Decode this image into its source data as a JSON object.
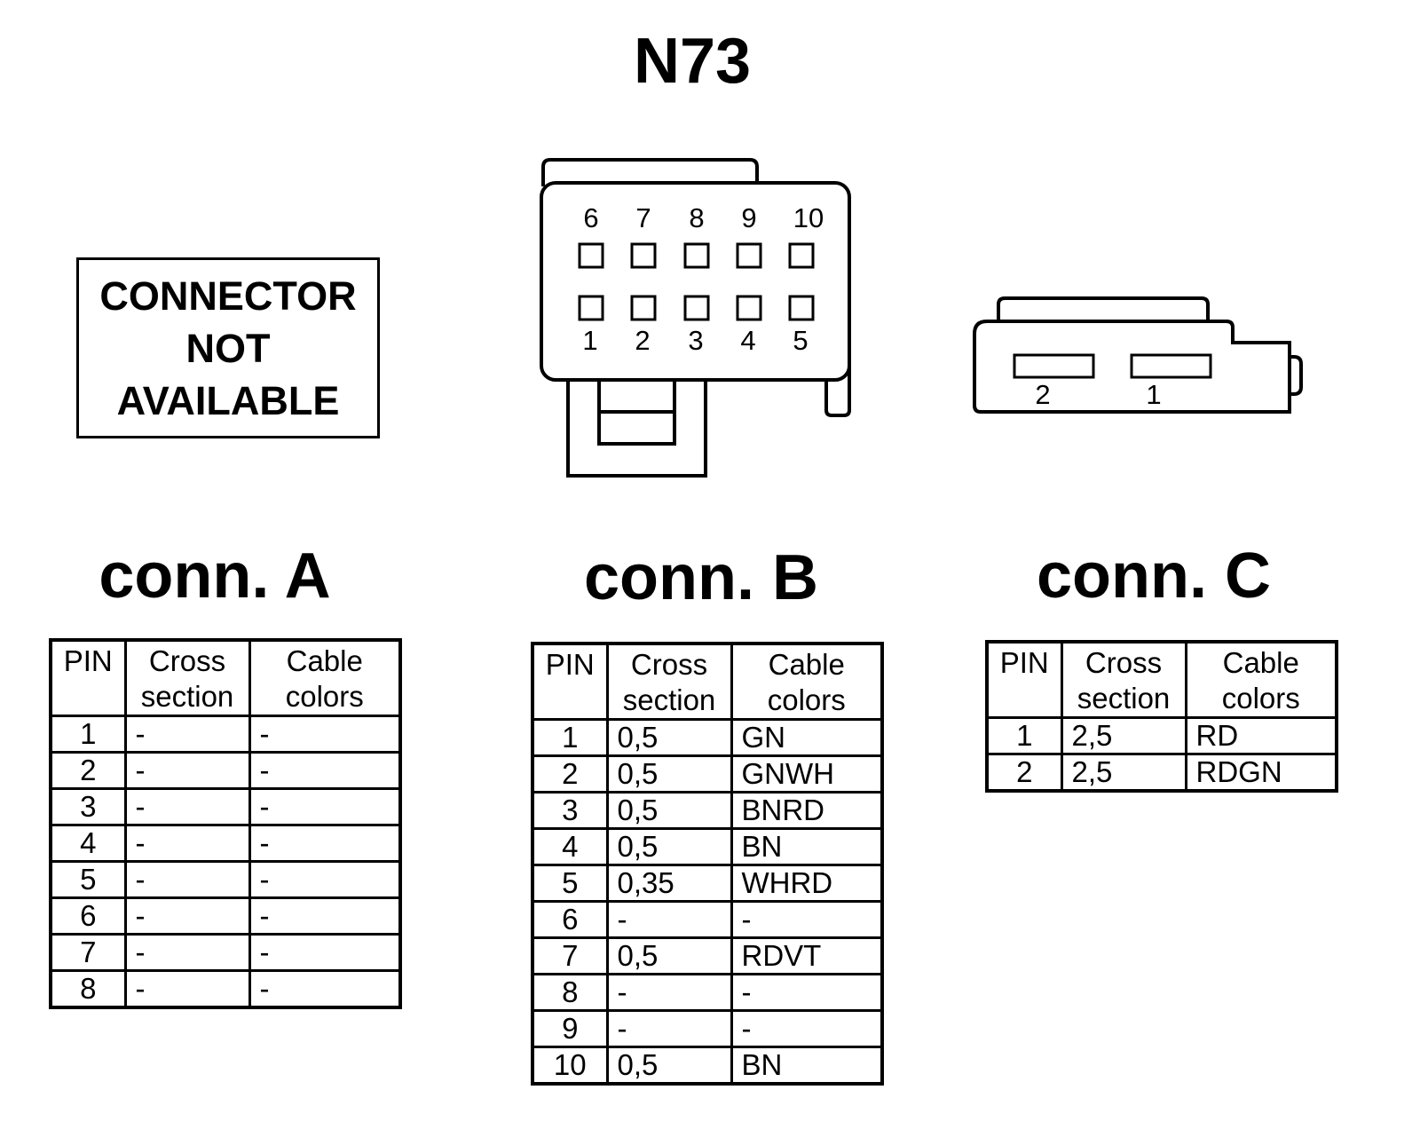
{
  "title": "N73",
  "connector_not_available": [
    "CONNECTOR",
    "NOT",
    "AVAILABLE"
  ],
  "connector_b_pins": {
    "top": [
      "6",
      "7",
      "8",
      "9",
      "10"
    ],
    "bottom": [
      "1",
      "2",
      "3",
      "4",
      "5"
    ]
  },
  "connector_c_pins": [
    "2",
    "1"
  ],
  "headers": {
    "pin": "PIN",
    "cross_section": "Cross section",
    "cable_colors": "Cable colors"
  },
  "connectors": [
    {
      "id": "A",
      "title": "conn. A",
      "rows": [
        {
          "pin": "1",
          "cross": "-",
          "color": "-"
        },
        {
          "pin": "2",
          "cross": "-",
          "color": "-"
        },
        {
          "pin": "3",
          "cross": "-",
          "color": "-"
        },
        {
          "pin": "4",
          "cross": "-",
          "color": "-"
        },
        {
          "pin": "5",
          "cross": "-",
          "color": "-"
        },
        {
          "pin": "6",
          "cross": "-",
          "color": "-"
        },
        {
          "pin": "7",
          "cross": "-",
          "color": "-"
        },
        {
          "pin": "8",
          "cross": "-",
          "color": "-"
        }
      ]
    },
    {
      "id": "B",
      "title": "conn. B",
      "rows": [
        {
          "pin": "1",
          "cross": "0,5",
          "color": "GN"
        },
        {
          "pin": "2",
          "cross": "0,5",
          "color": "GNWH"
        },
        {
          "pin": "3",
          "cross": "0,5",
          "color": "BNRD"
        },
        {
          "pin": "4",
          "cross": "0,5",
          "color": "BN"
        },
        {
          "pin": "5",
          "cross": "0,35",
          "color": "WHRD"
        },
        {
          "pin": "6",
          "cross": "-",
          "color": "-"
        },
        {
          "pin": "7",
          "cross": "0,5",
          "color": "RDVT"
        },
        {
          "pin": "8",
          "cross": "-",
          "color": "-"
        },
        {
          "pin": "9",
          "cross": "-",
          "color": "-"
        },
        {
          "pin": "10",
          "cross": "0,5",
          "color": "BN"
        }
      ]
    },
    {
      "id": "C",
      "title": "conn. C",
      "rows": [
        {
          "pin": "1",
          "cross": "2,5",
          "color": "RD"
        },
        {
          "pin": "2",
          "cross": "2,5",
          "color": "RDGN"
        }
      ]
    }
  ]
}
